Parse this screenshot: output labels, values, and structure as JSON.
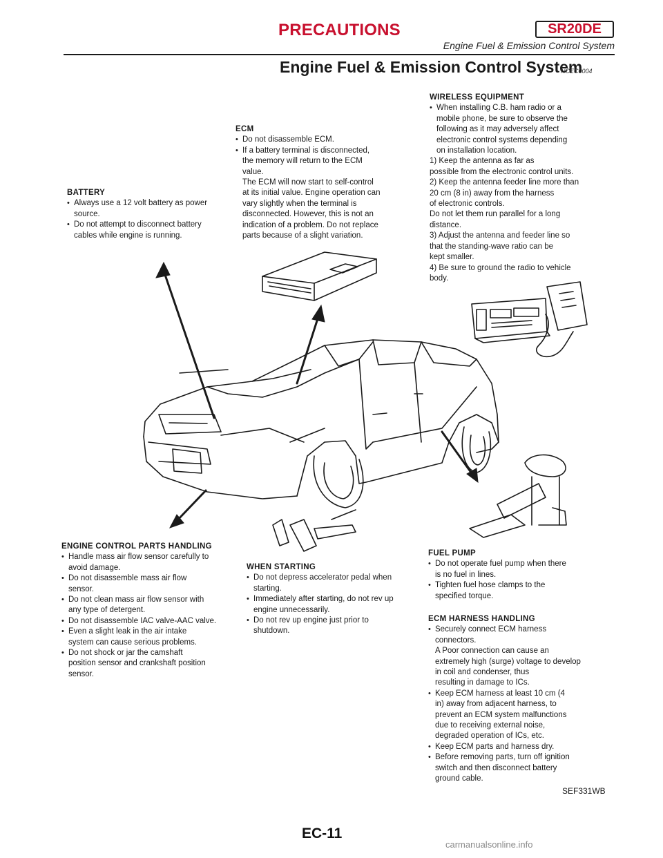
{
  "header": {
    "title": "PRECAUTIONS",
    "badge": "SR20DE",
    "subtitle": "Engine Fuel & Emission Control System"
  },
  "section": {
    "title": "Engine Fuel & Emission Control System",
    "code": "NCEC0004"
  },
  "blocks": {
    "battery": {
      "heading": "BATTERY",
      "bullets": [
        "Always use a 12 volt battery as power\nsource.",
        "Do not attempt to disconnect battery\ncables while engine is running."
      ]
    },
    "ecm": {
      "heading": "ECM",
      "bullets": [
        "Do not disassemble ECM.",
        "If a battery terminal is disconnected,\nthe memory will return to the ECM\nvalue.\nThe ECM will now start to self-control\nat its initial value. Engine operation can\nvary slightly when the terminal is\ndisconnected. However, this is not an\nindication of a problem. Do not replace\nparts because of a slight variation."
      ]
    },
    "wireless": {
      "heading": "WIRELESS EQUIPMENT",
      "bullets": [
        "When installing C.B. ham radio or a\nmobile phone, be sure to observe the\nfollowing as it may adversely affect\nelectronic control systems depending\non installation location."
      ],
      "numbered": [
        "1) Keep the antenna as far as\n    possible from the electronic control units.",
        "2) Keep the antenna feeder line more than\n    20 cm (8 in) away from the harness\n    of electronic controls.\n    Do not let them run parallel for a long\n    distance.",
        "3) Adjust the antenna and feeder line so\n    that the standing-wave ratio can be\n    kept smaller.",
        "4) Be sure to ground the radio to vehicle\n    body."
      ]
    },
    "parts": {
      "heading": "ENGINE CONTROL PARTS HANDLING",
      "bullets": [
        "Handle mass air flow sensor carefully to\navoid damage.",
        "Do not disassemble mass air flow\nsensor.",
        "Do not clean mass air flow sensor with\nany type of detergent.",
        "Do not disassemble IAC valve-AAC valve.",
        "Even a slight leak in the air intake\nsystem can cause serious problems.",
        "Do not shock or jar the camshaft\nposition sensor and crankshaft position\nsensor."
      ]
    },
    "starting": {
      "heading": "WHEN STARTING",
      "bullets": [
        "Do not depress accelerator pedal when\nstarting.",
        "Immediately after starting, do not rev up\nengine unnecessarily.",
        "Do not rev up engine just prior to\nshutdown."
      ]
    },
    "fuelpump": {
      "heading": "FUEL PUMP",
      "bullets": [
        "Do not operate fuel pump when there\nis no fuel in lines.",
        "Tighten fuel hose clamps to the\nspecified torque."
      ]
    },
    "harness": {
      "heading": "ECM HARNESS HANDLING",
      "bullets": [
        "Securely connect ECM harness\nconnectors.\nA Poor connection can cause an\nextremely high (surge) voltage to develop\nin coil and condenser, thus\nresulting in damage to ICs.",
        "Keep ECM harness at least 10 cm (4\nin) away from adjacent harness, to\nprevent an ECM system malfunctions\ndue to receiving external noise,\ndegraded operation of ICs, etc.",
        "Keep ECM parts and harness dry.",
        "Before removing parts, turn off ignition\nswitch and then disconnect battery\nground cable."
      ]
    }
  },
  "figure_code": "SEF331WB",
  "page_number": "EC-11",
  "watermark": "carmanualsonline.info"
}
